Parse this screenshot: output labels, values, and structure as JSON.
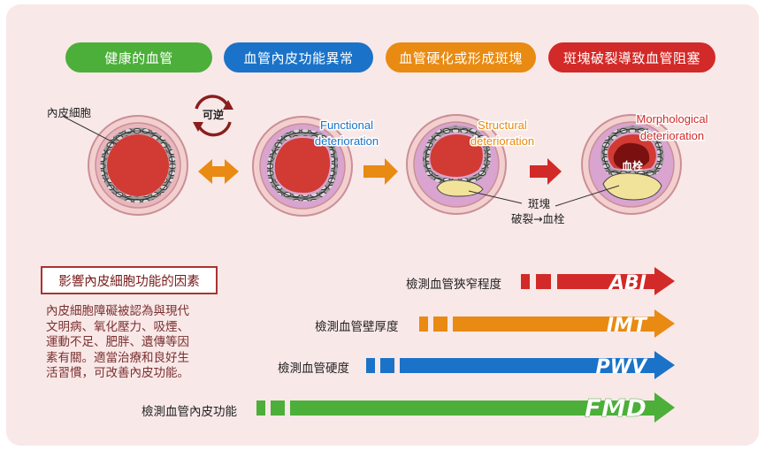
{
  "stages": [
    {
      "label": "健康的血管",
      "color": "#4caf3a"
    },
    {
      "label": "血管內皮功能異常",
      "color": "#1a73c8"
    },
    {
      "label": "血管硬化或形成斑塊",
      "color": "#e98a12"
    },
    {
      "label": "斑塊破裂導致血管阻塞",
      "color": "#d22a28"
    }
  ],
  "reversible_label": "可逆",
  "endothelial_label": "內皮細胞",
  "functional": {
    "line1": "Functional",
    "line2": "deterioration",
    "color": "#1a73c8"
  },
  "structural": {
    "line1": "Structural",
    "line2": "deterioration",
    "color": "#e98a12"
  },
  "morphological": {
    "line1": "Morphological",
    "line2": "deterioration",
    "color": "#d22a28"
  },
  "thrombus_label": "血栓",
  "plaque_rupture": {
    "line1": "斑塊",
    "line2": "破裂→血栓"
  },
  "factors": {
    "title": "影響內皮細胞功能的因素",
    "lines": [
      "內皮細胞障礙被認為與現代",
      "文明病、氧化壓力、吸煙、",
      "運動不足、肥胖、遺傳等因",
      "素有關。適當治療和良好生",
      "活習慣，可改善內皮功能。"
    ]
  },
  "tests": [
    {
      "label": "檢測血管狹窄程度",
      "code": "ABI",
      "color": "#d22a28"
    },
    {
      "label": "檢測血管壁厚度",
      "code": "IMT",
      "color": "#e98a12"
    },
    {
      "label": "檢測血管硬度",
      "code": "PWV",
      "color": "#1a73c8"
    },
    {
      "label": "檢測血管內皮功能",
      "code": "FMD",
      "color": "#4caf3a"
    }
  ]
}
